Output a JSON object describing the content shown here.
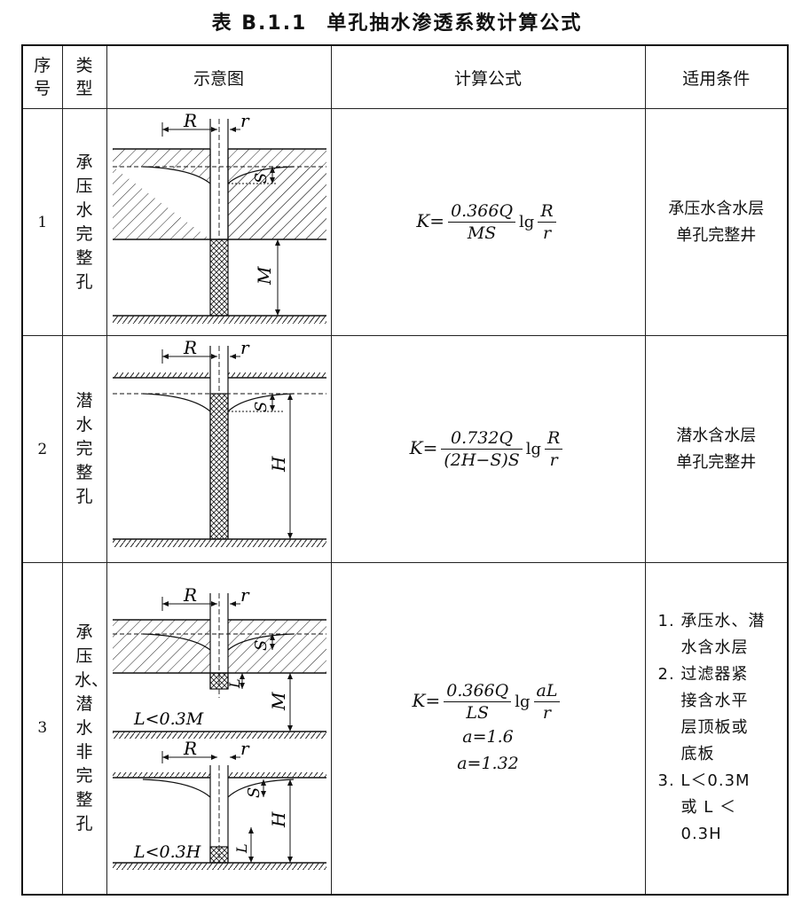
{
  "title": {
    "code": "表 B.1.1",
    "text": "单孔抽水渗透系数计算公式"
  },
  "headers": {
    "index_top": "序",
    "index_bottom": "号",
    "type_top": "类",
    "type_bottom": "型",
    "diagram": "示意图",
    "formula": "计算公式",
    "condition": "适用条件"
  },
  "rows": [
    {
      "index": "1",
      "type": "承压水完整孔",
      "formula": {
        "lhs": "K=",
        "num": "0.366Q",
        "den": "MS",
        "lg": "lg",
        "lnum": "R",
        "lden": "r"
      },
      "labels": {
        "R": "R",
        "r": "r",
        "S": "S",
        "M": "M"
      },
      "condition": [
        "承压水含水层",
        "单孔完整井"
      ]
    },
    {
      "index": "2",
      "type": "潜水完整孔",
      "formula": {
        "lhs": "K=",
        "num": "0.732Q",
        "den": "(2H−S)S",
        "lg": "lg",
        "lnum": "R",
        "lden": "r"
      },
      "labels": {
        "R": "R",
        "r": "r",
        "S": "S",
        "H": "H"
      },
      "condition": [
        "潜水含水层",
        "单孔完整井"
      ]
    },
    {
      "index": "3",
      "type": "承压水、潜水非完整孔",
      "formula": {
        "lhs": "K=",
        "num": "0.366Q",
        "den": "LS",
        "lg": "lg",
        "lnum": "aL",
        "lden": "r",
        "extra1": "a=1.6",
        "extra2": "a=1.32"
      },
      "labels": {
        "R": "R",
        "r": "r",
        "S": "S",
        "M": "M",
        "L": "L",
        "H": "H",
        "note_top": "L<0.3M",
        "note_bottom": "L<0.3H"
      },
      "condition": [
        "1. 承压水、潜",
        "水含水层",
        "2. 过滤器紧",
        "接含水平",
        "层顶板或",
        "底板",
        "3. L＜0.3M",
        "或 L ＜",
        "0.3H"
      ]
    }
  ]
}
